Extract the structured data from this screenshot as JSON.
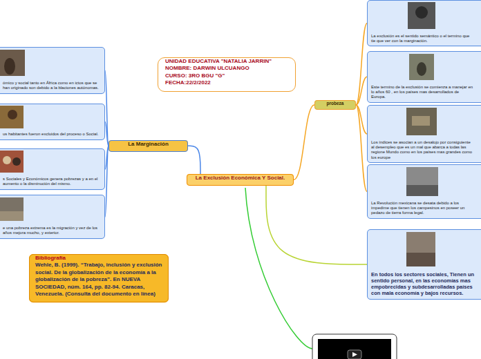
{
  "diagram": {
    "nodes": [
      {
        "text": [
          "UNIDAD EDUCATIVA \"NATALIA JARRIN\"",
          "NOMBRE: DARWIN ULCUANGO",
          "CURSO: 3RO BGU \"G\"",
          "FECHA:22/2/2022"
        ]
      },
      {
        "text": [
          "La Exclusión Económica Y Social."
        ]
      },
      {
        "text": [
          "La Marginación"
        ]
      },
      {
        "text": [
          "ómico y social tanto en África como en ictos que se han originado son debido a la blaciones autónomas."
        ]
      },
      {
        "text": [
          "us habitantes fueron excluidos del proceso o Social."
        ]
      },
      {
        "text": [
          "s Sociales y Económicos genera pobrezas y a en el aumento o la disminución del mismo."
        ]
      },
      {
        "text": [
          "e una pobreza extrema es la migración y vez de los años mejora mucho, y exterior."
        ]
      },
      {
        "text": [
          "probeza"
        ]
      },
      {
        "text": [
          "La exclusión es el sentido semántico o el termino que tie que ver con la marginación."
        ]
      },
      {
        "text": [
          "Este termino de la exclusión se comienza a manejar en lo años 60 , en los países mas desarrollados de Europa."
        ]
      },
      {
        "text": [
          "Los índices se asocian a un desalojo por consiguiente al desempleo que es un mal que abarca a todas las regione Mundo como en los países mas grandes como los europe"
        ]
      },
      {
        "text": [
          "La Revolución mexicana se desata debido a los impedime que tienen los campesinos en poseer un pedazo de tierra forma legal."
        ]
      },
      {
        "text": [
          "En todos los sectores sociales, Tienen un sentido personal, en las economías mas empobrecidas y subdesarrolladas países con mala economía y bajos recursos."
        ]
      },
      {
        "text": [
          "Bibliografía",
          "Wehle, B. (1999). “Trabajo, inclusión y exclusión social. De la globalización de la economía a la globalización de la pobreza”. En NUEVA SOCIEDAD, núm. 164, pp. 82-94. Caracas, Venezuela. (Consulta del documento en línea)"
        ]
      }
    ],
    "edges": [
      {
        "from": 1,
        "to": 2,
        "arrow": "none"
      },
      {
        "from": 2,
        "to": 3,
        "arrow": "none"
      },
      {
        "from": 2,
        "to": 4,
        "arrow": "none"
      },
      {
        "from": 2,
        "to": 5,
        "arrow": "none"
      },
      {
        "from": 2,
        "to": 6,
        "arrow": "none"
      },
      {
        "from": 1,
        "to": 7,
        "arrow": "none"
      },
      {
        "from": 7,
        "to": 8,
        "arrow": "none"
      },
      {
        "from": 7,
        "to": 9,
        "arrow": "none"
      },
      {
        "from": 7,
        "to": 10,
        "arrow": "none"
      },
      {
        "from": 7,
        "to": 11,
        "arrow": "none"
      },
      {
        "from": 1,
        "to": 12,
        "arrow": "none"
      }
    ]
  }
}
